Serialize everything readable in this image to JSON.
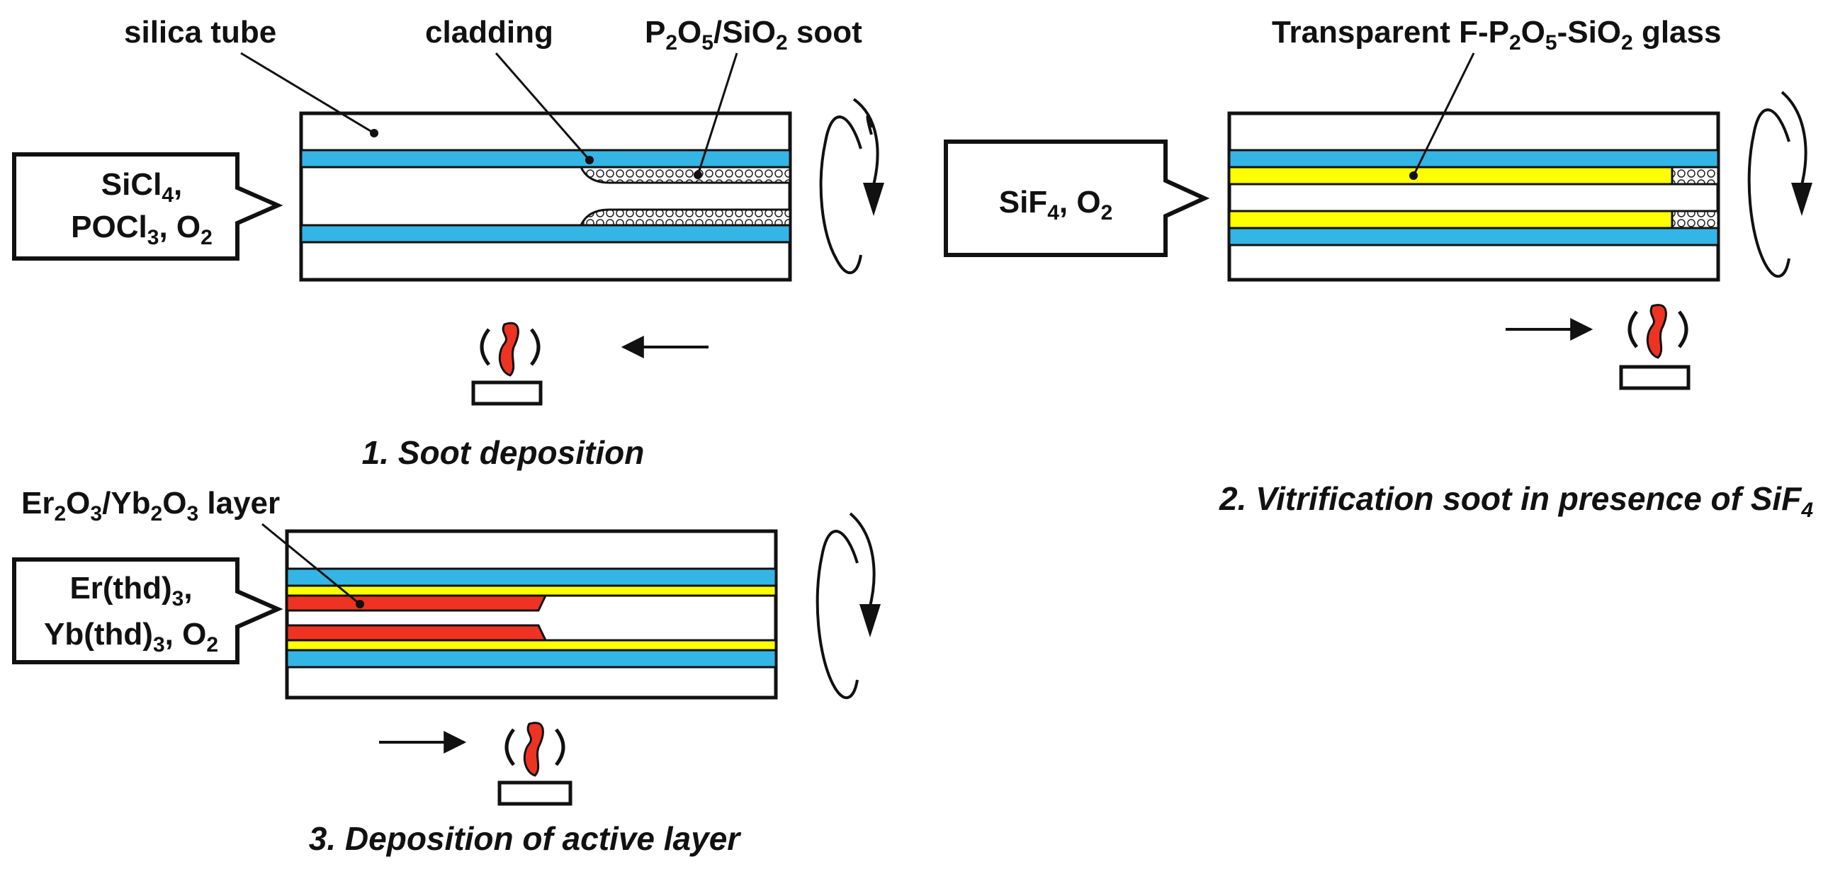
{
  "panel1": {
    "label_silica_tube": "silica tube",
    "label_cladding": "cladding",
    "label_soot": [
      "P",
      "2",
      "O",
      "5",
      "/SiO",
      "2",
      " soot"
    ],
    "input_line1": [
      "SiCl",
      "4",
      ","
    ],
    "input_line2": [
      "POCl",
      "3",
      ", O",
      "2"
    ],
    "caption": "1. Soot deposition"
  },
  "panel2": {
    "label_glass": [
      "Transparent F-P",
      "2",
      "O",
      "5",
      "-SiO",
      "2",
      " glass"
    ],
    "input_line1": [
      "SiF",
      "4",
      ", O",
      "2"
    ],
    "caption": [
      "2. Vitrification soot in presence of SiF",
      "4"
    ]
  },
  "panel3": {
    "label_layer": [
      "Er",
      "2",
      "O",
      "3",
      "/Yb",
      "2",
      "O",
      "3",
      " layer"
    ],
    "input_line1": [
      "Er(thd)",
      "3",
      ","
    ],
    "input_line2": [
      "Yb(thd)",
      "3",
      ", O",
      "2"
    ],
    "caption": "3. Deposition of active layer"
  },
  "colors": {
    "cladding": "#33b5e5",
    "glass": "#ffff00",
    "active": "#ee3322",
    "flame": "#ee3322"
  }
}
